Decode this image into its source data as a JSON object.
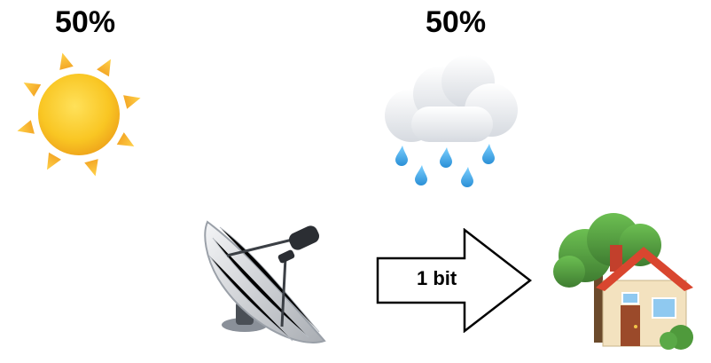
{
  "sun": {
    "probability": "50%",
    "icon": "sun-icon"
  },
  "rain": {
    "probability": "50%",
    "icon": "rain-cloud-icon"
  },
  "sender": {
    "icon": "satellite-dish-icon"
  },
  "receiver": {
    "icon": "house-with-tree-icon"
  },
  "channel": {
    "label": "1 bit",
    "icon": "right-arrow-icon"
  },
  "colors": {
    "sun": "#f9c623",
    "sun_rays": "#f7b52a",
    "cloud": "#eef0f3",
    "raindrop": "#3aa6e8",
    "roof": "#d9462f",
    "tree": "#4f9a3c",
    "arrow_fill": "#ffffff",
    "arrow_stroke": "#000000"
  }
}
